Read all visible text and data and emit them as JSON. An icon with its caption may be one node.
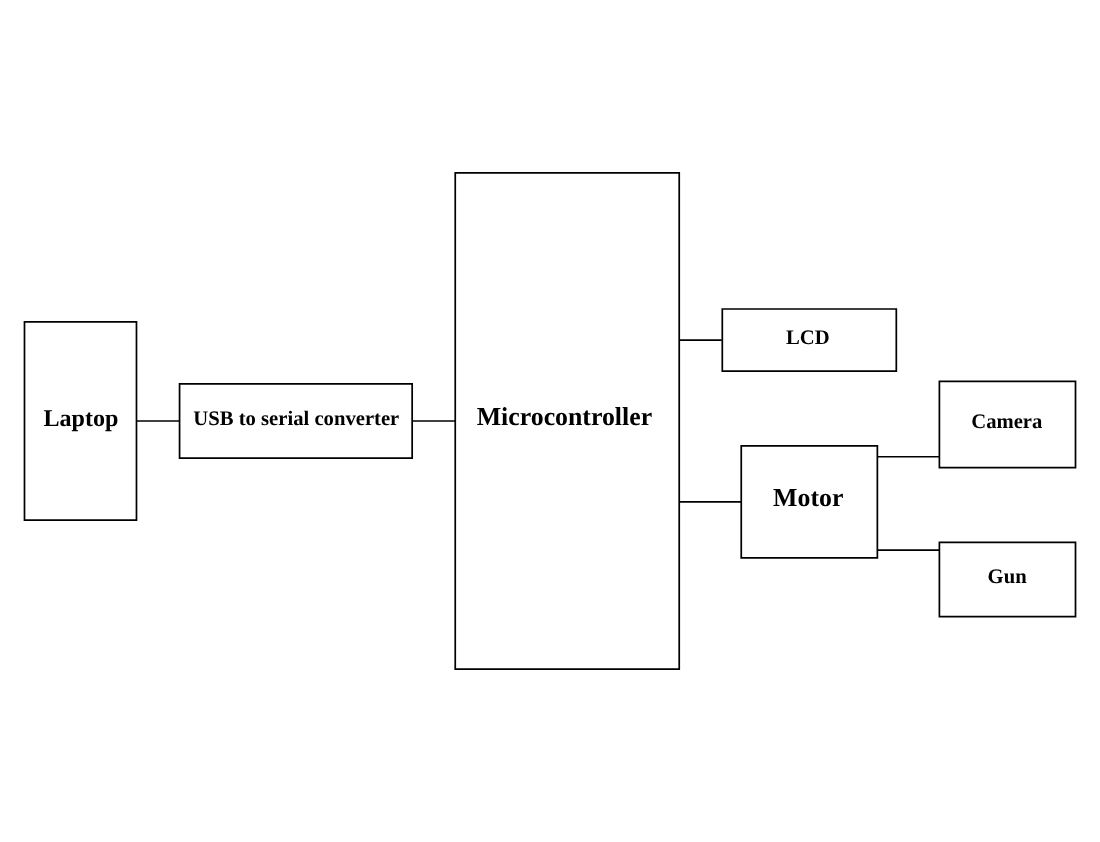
{
  "diagram": {
    "nodes": [
      {
        "text": [
          "Laptop"
        ]
      },
      {
        "text": [
          "USB to serial converter"
        ]
      },
      {
        "text": [
          "Microcontroller"
        ]
      },
      {
        "text": [
          "LCD"
        ]
      },
      {
        "text": [
          "Motor"
        ]
      },
      {
        "text": [
          "Camera"
        ]
      },
      {
        "text": [
          "Gun"
        ]
      }
    ],
    "edges": [
      {
        "from": 0,
        "to": 1,
        "arrow": "none"
      },
      {
        "from": 1,
        "to": 2,
        "arrow": "none"
      },
      {
        "from": 2,
        "to": 3,
        "arrow": "none"
      },
      {
        "from": 2,
        "to": 4,
        "arrow": "none"
      },
      {
        "from": 4,
        "to": 5,
        "arrow": "none"
      },
      {
        "from": 4,
        "to": 6,
        "arrow": "none"
      }
    ]
  }
}
